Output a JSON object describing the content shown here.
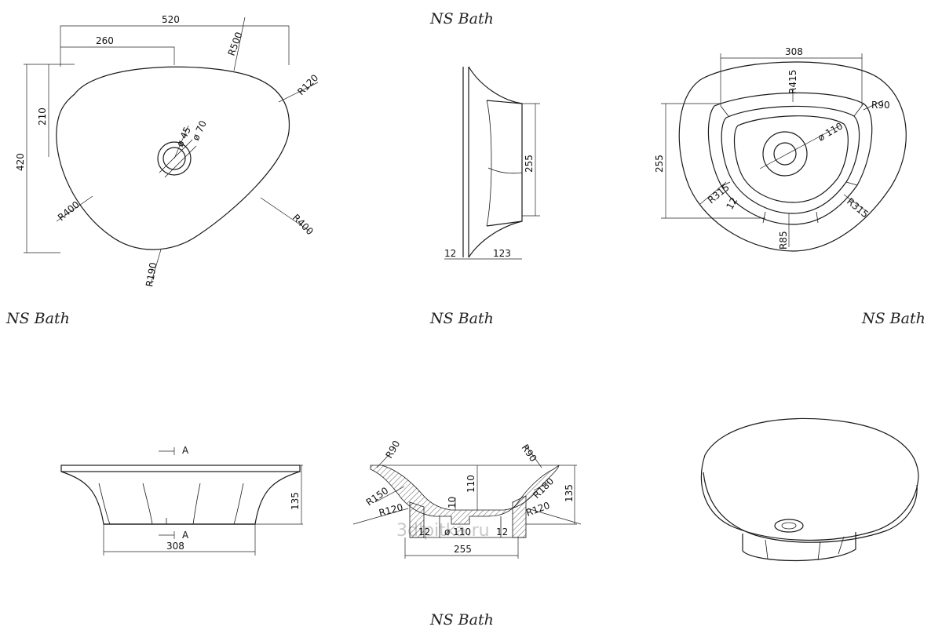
{
  "brand": "NS Bath",
  "watermark": "3dlpitka.ru",
  "top_view": {
    "w520": "520",
    "w260": "260",
    "r500": "R500",
    "r120": "R120",
    "h420": "420",
    "h210": "210",
    "d45": "ø 45",
    "d70": "ø 70",
    "r400a": "R400",
    "r400b": "R400",
    "r190": "R190"
  },
  "side_view": {
    "h255": "255",
    "t12": "12",
    "w123": "123"
  },
  "bottom_view": {
    "w308": "308",
    "r415": "R415",
    "r90": "R90",
    "h255": "255",
    "d110": "ø 110",
    "r315a": "R315",
    "t12": "12",
    "r315b": "R315",
    "r85": "R85"
  },
  "front_view": {
    "a_top": "A",
    "a_bot": "A",
    "h135": "135",
    "w308": "308"
  },
  "section_view": {
    "r90a": "R90",
    "r90b": "R90",
    "h110": "110",
    "h135": "135",
    "t10": "10",
    "r150": "R150",
    "r180": "R180",
    "r120a": "R120",
    "r120b": "R120",
    "t12a": "12",
    "d110": "ø 110",
    "t12b": "12",
    "w255": "255"
  }
}
